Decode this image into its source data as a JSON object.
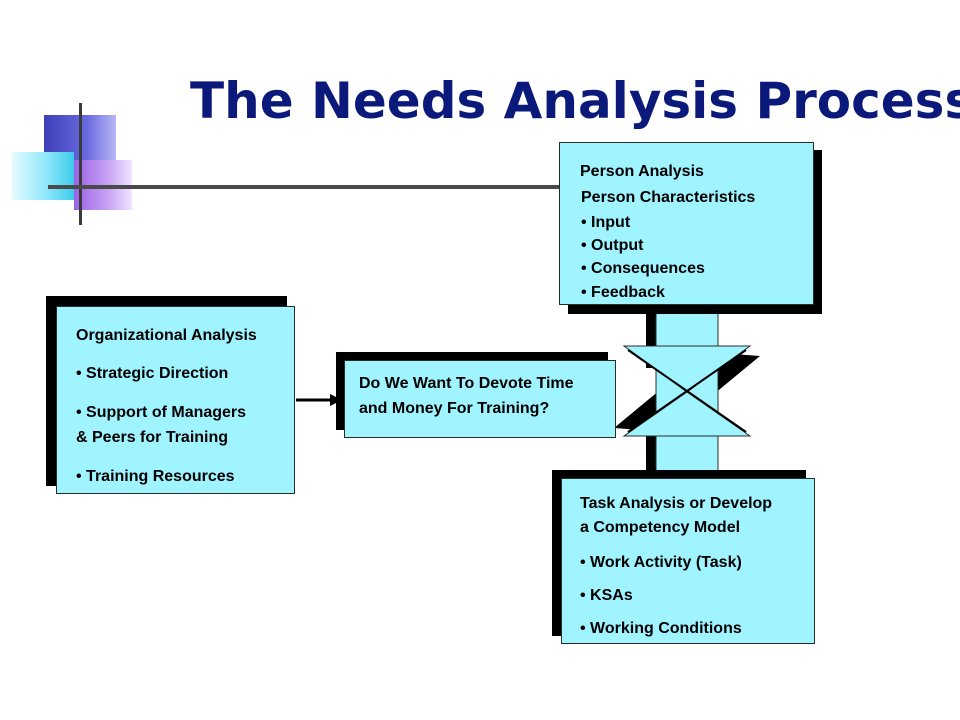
{
  "title": "The Needs Analysis Process",
  "organizational": {
    "heading": "Organizational Analysis",
    "items": [
      "• Strategic Direction",
      "• Support of Managers",
      "& Peers for Training",
      "• Training Resources"
    ]
  },
  "decision": {
    "line1": "Do We Want To Devote Time",
    "line2": "and Money For Training?"
  },
  "person": {
    "heading": "Person Analysis",
    "subheading": "Person Characteristics",
    "items": [
      "• Input",
      "• Output",
      "• Consequences",
      "• Feedback"
    ]
  },
  "task": {
    "heading1": "Task Analysis or Develop",
    "heading2": "a Competency Model",
    "items": [
      "• Work Activity (Task)",
      "• KSAs",
      "• Working Conditions"
    ]
  },
  "colors": {
    "title": "#0b1a7a",
    "box_fill": "#9ff4ff",
    "shadow": "#000000"
  }
}
